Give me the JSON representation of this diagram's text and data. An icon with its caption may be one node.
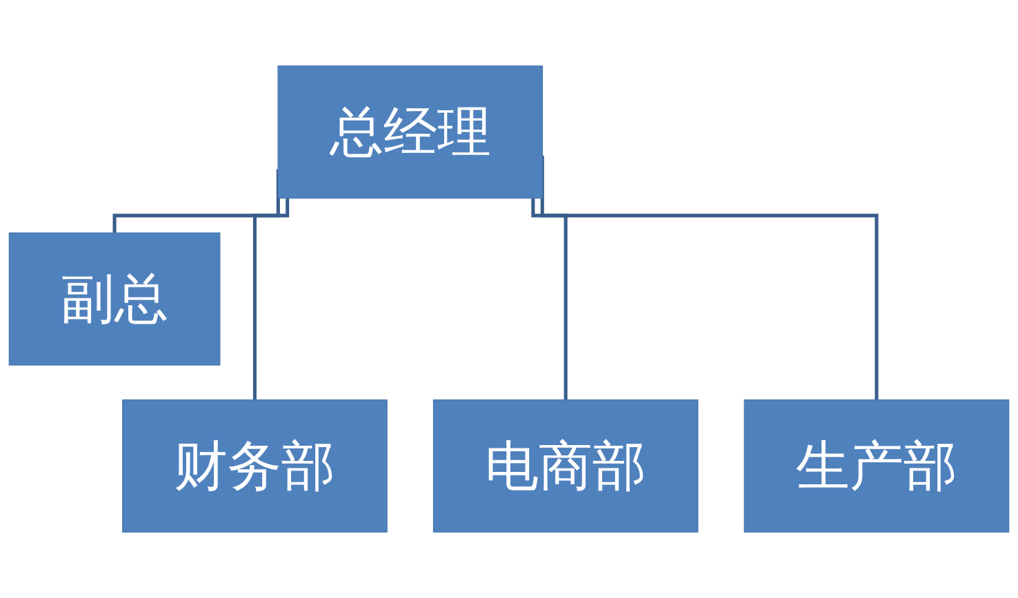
{
  "diagram": {
    "nodes": [
      {
        "text": [
          "总经理"
        ]
      },
      {
        "text": [
          "副总"
        ]
      },
      {
        "text": [
          "财务部"
        ]
      },
      {
        "text": [
          "电商部"
        ]
      },
      {
        "text": [
          "生产部"
        ]
      }
    ],
    "edges": [
      {
        "from": 0,
        "to": 1,
        "arrow": "none"
      },
      {
        "from": 0,
        "to": 2,
        "arrow": "none"
      },
      {
        "from": 0,
        "to": 3,
        "arrow": "none"
      },
      {
        "from": 0,
        "to": 4,
        "arrow": "none"
      }
    ]
  }
}
